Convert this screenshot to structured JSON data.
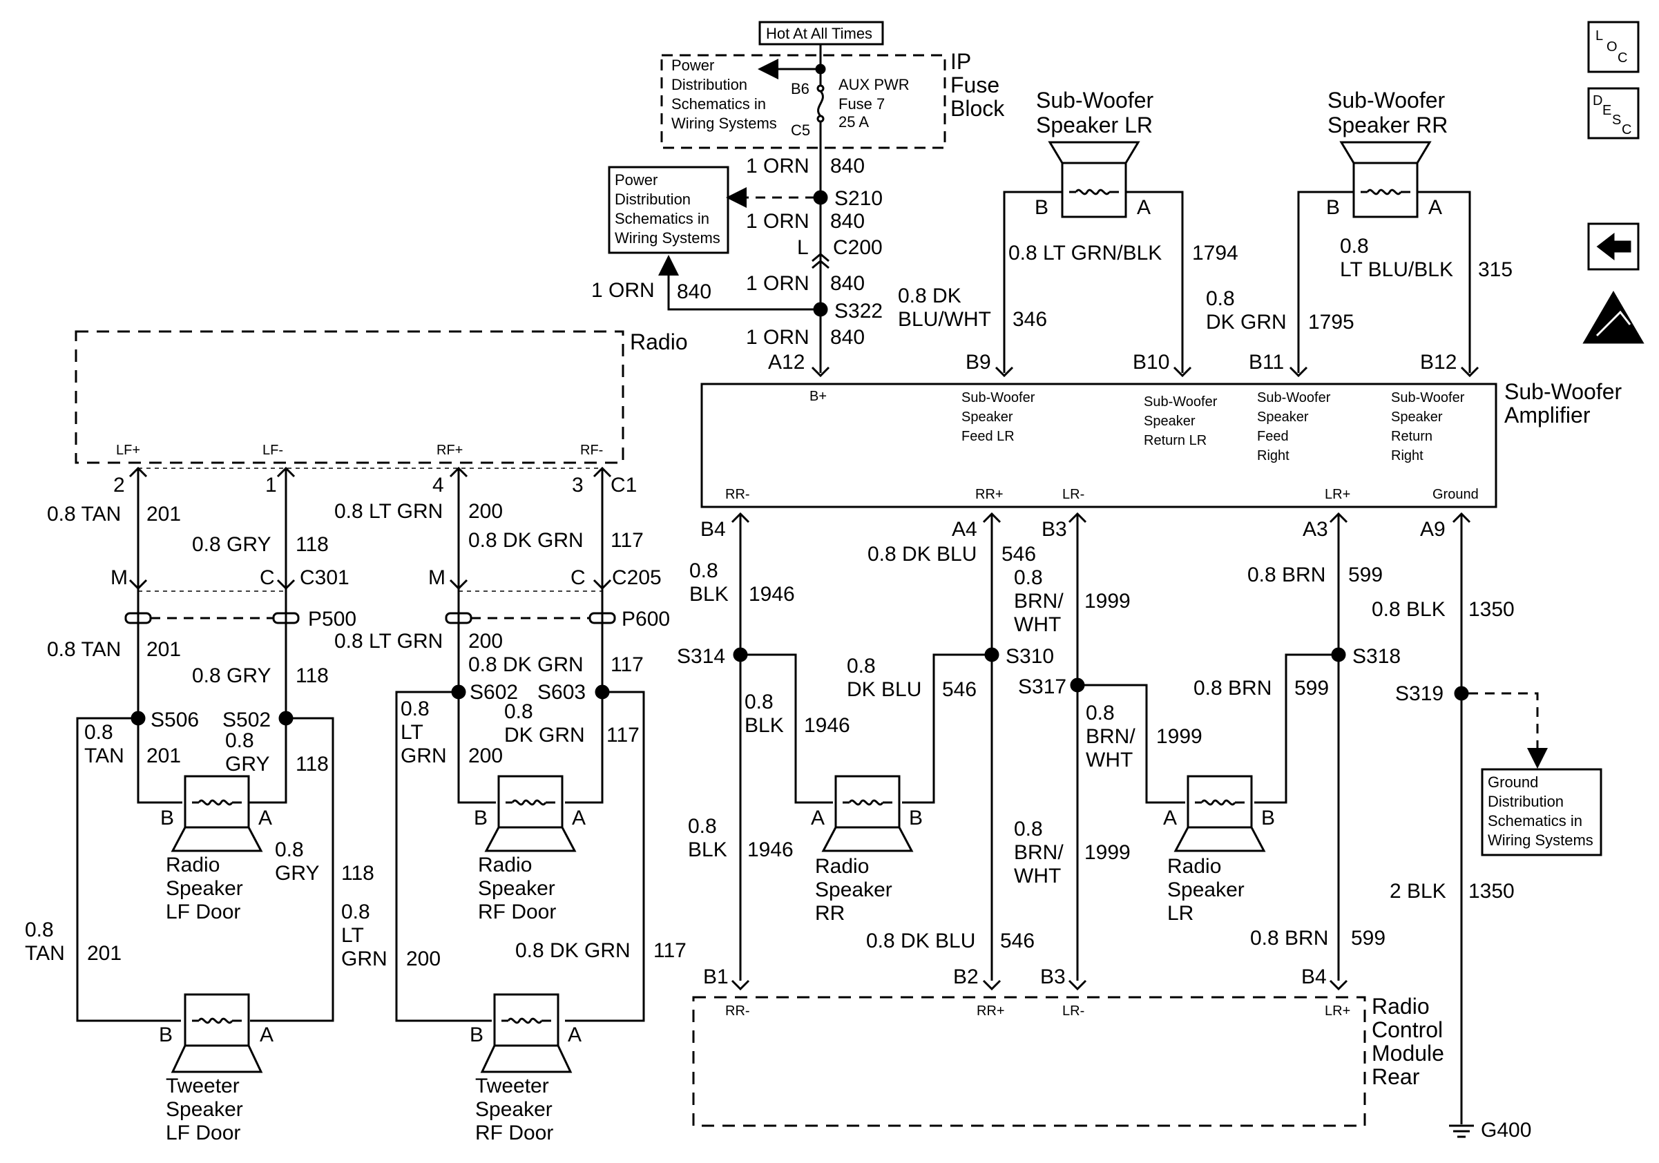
{
  "hot_box": "Hot At All Times",
  "fuse_block": {
    "title": [
      "IP",
      "Fuse",
      "Block"
    ],
    "fuse": [
      "AUX PWR",
      "Fuse 7",
      "25 A"
    ],
    "pin_in": "B6",
    "pin_out": "C5"
  },
  "pd_ref_top": [
    "Power",
    "Distribution",
    "Schematics in",
    "Wiring Systems"
  ],
  "pd_ref_mid": [
    "Power",
    "Distribution",
    "Schematics in",
    "Wiring Systems"
  ],
  "ground_ref": [
    "Ground",
    "Distribution",
    "Schematics in",
    "Wiring Systems"
  ],
  "side_icons": {
    "loc": [
      "L",
      "O",
      "C"
    ],
    "desc": [
      "D",
      "E",
      "S",
      "C"
    ]
  },
  "feed": {
    "w1": "1 ORN",
    "c1": "840",
    "splice1": "S210",
    "w2": "1 ORN",
    "c2": "840",
    "conn_pin": "L",
    "conn": "C200",
    "w3": "1 ORN",
    "c3": "840",
    "splice2": "S322",
    "branch_w": "1 ORN",
    "branch_c": "840",
    "w4": "1 ORN",
    "c4": "840",
    "amp_pin": "A12"
  },
  "amp": {
    "title": [
      "Sub-Woofer",
      "Amplifier"
    ],
    "bplus": "B+",
    "t1": [
      "Sub-Woofer",
      "Speaker",
      "Feed LR"
    ],
    "t2": [
      "Sub-Woofer",
      "Speaker",
      "Return LR"
    ],
    "t3": [
      "Sub-Woofer",
      "Speaker",
      "Feed",
      "Right"
    ],
    "t4": [
      "Sub-Woofer",
      "Speaker",
      "Return",
      "Right"
    ],
    "b_rr_minus": "RR-",
    "b_rr_plus": "RR+",
    "b_lr_minus": "LR-",
    "b_lr_plus": "LR+",
    "b_ground": "Ground"
  },
  "sub_lr": {
    "title": [
      "Sub-Woofer",
      "Speaker LR"
    ],
    "pinB": "B",
    "pinA": "A",
    "wire_b": [
      "0.8 DK",
      "BLU/WHT"
    ],
    "circ_b": "346",
    "amp_pin_b": "B9",
    "wire_a": "0.8 LT GRN/BLK",
    "circ_a": "1794",
    "amp_pin_a": "B10"
  },
  "sub_rr": {
    "title": [
      "Sub-Woofer",
      "Speaker RR"
    ],
    "pinB": "B",
    "pinA": "A",
    "wire_b": [
      "0.8",
      "DK GRN"
    ],
    "circ_b": "1795",
    "amp_pin_b": "B11",
    "wire_a": [
      "0.8",
      "LT BLU/BLK"
    ],
    "circ_a": "315",
    "amp_pin_a": "B12"
  },
  "radio": {
    "title": "Radio",
    "pins": [
      "LF+",
      "LF-",
      "RF+",
      "RF-"
    ],
    "nums": [
      "2",
      "1",
      "4",
      "3"
    ],
    "conn": "C1"
  },
  "left": {
    "w201": "0.8 TAN",
    "c201": "201",
    "w118": "0.8 GRY",
    "c118": "118",
    "w200": "0.8 LT GRN",
    "c200": "200",
    "w117": "0.8 DK GRN",
    "c117": "117",
    "pinM": "M",
    "pinC": "C",
    "c301": "C301",
    "c205": "C205",
    "p500": "P500",
    "p600": "P600",
    "s506": "S506",
    "s502": "S502",
    "s602": "S602",
    "s603": "S603",
    "lbl_tan_split": [
      "0.8",
      "TAN"
    ],
    "lbl_gry_split": [
      "0.8",
      "GRY"
    ],
    "lbl_ltgrn_split": [
      "0.8",
      "LT",
      "GRN"
    ],
    "lbl_dkgrn_split": [
      "0.8",
      "DK GRN"
    ],
    "spk_lf": [
      "Radio",
      "Speaker",
      "LF Door"
    ],
    "spk_rf": [
      "Radio",
      "Speaker",
      "RF Door"
    ],
    "tw_lf": [
      "Tweeter",
      "Speaker",
      "LF Door"
    ],
    "tw_rf": [
      "Tweeter",
      "Speaker",
      "RF Door"
    ],
    "pinB": "B",
    "pinA": "A"
  },
  "right": {
    "amp_b4": "B4",
    "amp_a4": "A4",
    "amp_b3": "B3",
    "amp_a3": "A3",
    "amp_a9": "A9",
    "blk": [
      "0.8",
      "BLK"
    ],
    "c1946": "1946",
    "dkblu": "0.8 DK BLU",
    "dkblu_split": [
      "0.8",
      "DK BLU"
    ],
    "c546": "546",
    "brnwht": [
      "0.8",
      "BRN/",
      "WHT"
    ],
    "c1999": "1999",
    "brn": "0.8 BRN",
    "c599": "599",
    "gblk": "0.8 BLK",
    "gblk2": "2 BLK",
    "c1350": "1350",
    "s314": "S314",
    "s310": "S310",
    "s317": "S317",
    "s318": "S318",
    "s319": "S319",
    "spk_rr": [
      "Radio",
      "Speaker",
      "RR"
    ],
    "spk_lr": [
      "Radio",
      "Speaker",
      "LR"
    ],
    "pinA": "A",
    "pinB": "B",
    "mod_pins": [
      "B1",
      "B2",
      "B3",
      "B4"
    ],
    "mod_terms": [
      "RR-",
      "RR+",
      "LR-",
      "LR+"
    ],
    "module": [
      "Radio",
      "Control",
      "Module",
      "Rear"
    ],
    "g400": "G400"
  }
}
